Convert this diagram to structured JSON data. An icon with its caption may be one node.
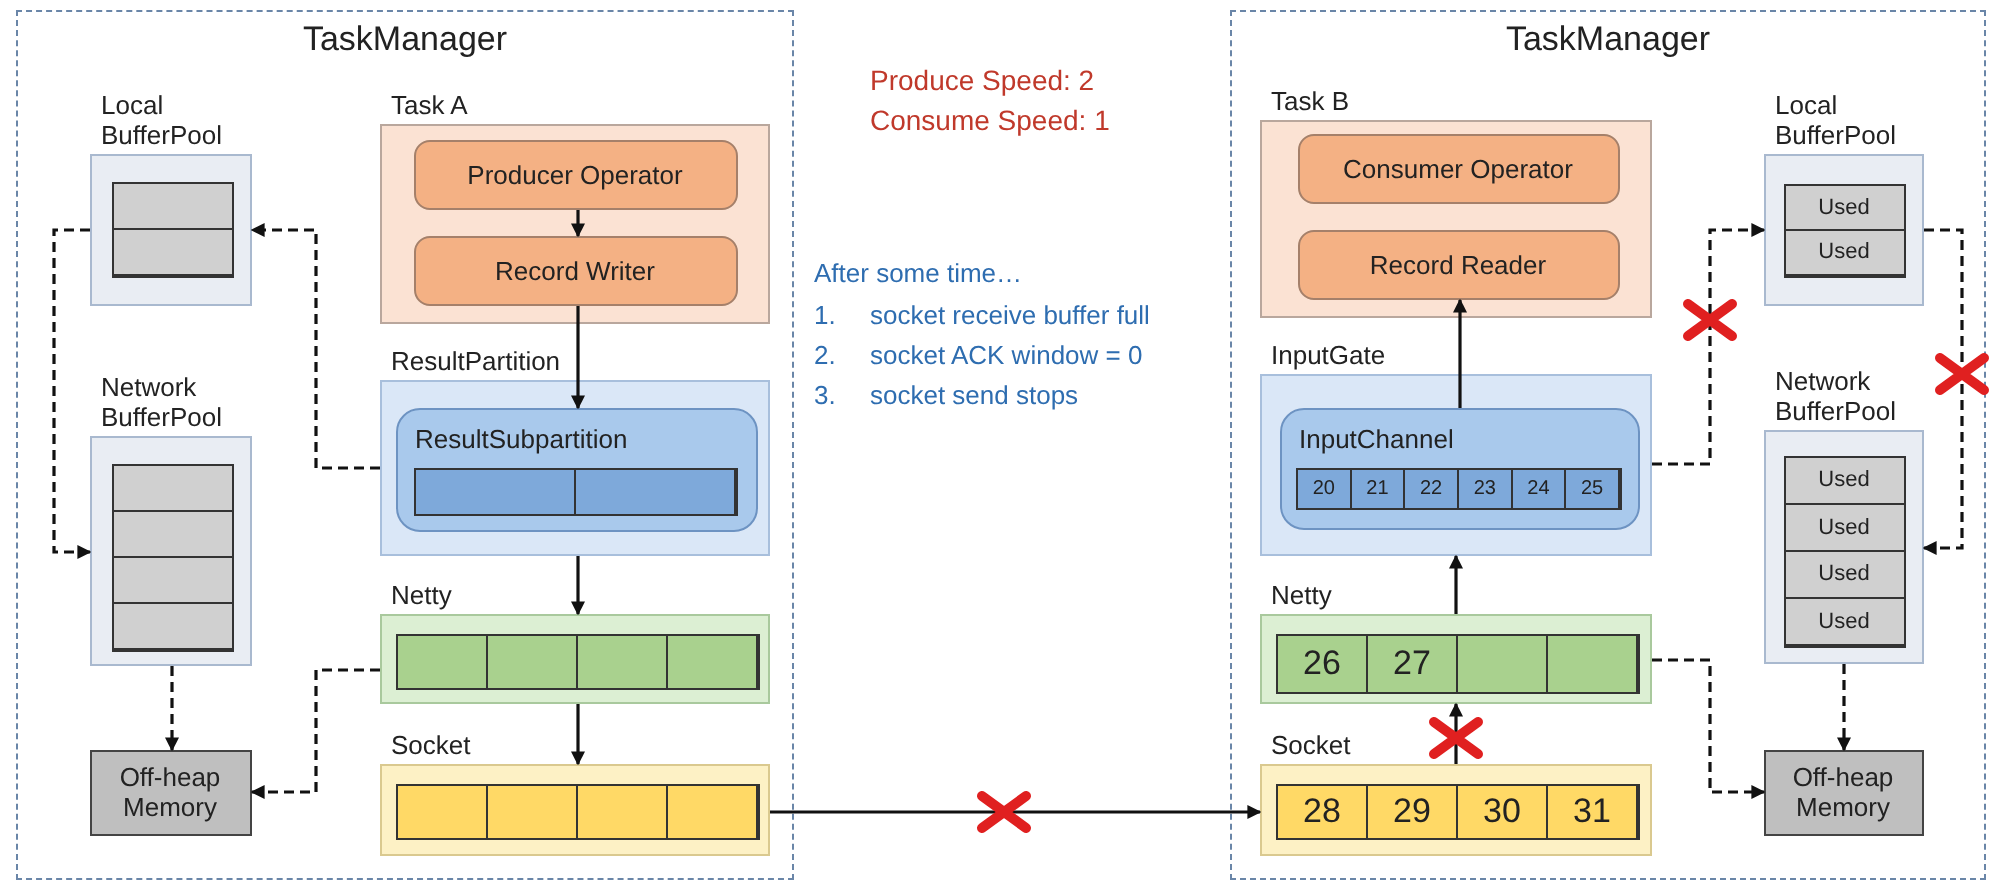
{
  "diagram": {
    "nodes": [
      {
        "text": [
          "TaskManager"
        ]
      },
      {
        "text": [
          "Local BufferPool"
        ],
        "in": 0
      },
      {
        "text": [
          "Network BufferPool"
        ],
        "in": 0
      },
      {
        "text": [
          "Off-heap Memory"
        ],
        "in": 0
      },
      {
        "text": [
          "Task A"
        ],
        "in": 0
      },
      {
        "text": [
          "Producer Operator"
        ],
        "in": 4
      },
      {
        "text": [
          "Record Writer"
        ],
        "in": 4
      },
      {
        "text": [
          "ResultPartition"
        ],
        "in": 0
      },
      {
        "text": [
          "ResultSubpartition"
        ],
        "in": 7
      },
      {
        "text": [
          "Netty"
        ],
        "in": 0
      },
      {
        "text": [
          "Socket"
        ],
        "in": 0
      },
      {
        "text": [
          "TaskManager"
        ]
      },
      {
        "text": [
          "Task B"
        ],
        "in": 11
      },
      {
        "text": [
          "Consumer Operator"
        ],
        "in": 12
      },
      {
        "text": [
          "Record Reader"
        ],
        "in": 12
      },
      {
        "text": [
          "InputGate"
        ],
        "in": 11
      },
      {
        "text": [
          "InputChannel",
          "20",
          "21",
          "22",
          "23",
          "24",
          "25"
        ],
        "in": 15
      },
      {
        "text": [
          "Netty",
          "26",
          "27"
        ],
        "in": 11
      },
      {
        "text": [
          "Socket",
          "28",
          "29",
          "30",
          "31"
        ],
        "in": 11
      },
      {
        "text": [
          "Local BufferPool",
          "Used",
          "Used"
        ],
        "in": 11
      },
      {
        "text": [
          "Network BufferPool",
          "Used",
          "Used",
          "Used",
          "Used"
        ],
        "in": 11
      },
      {
        "text": [
          "Off-heap Memory"
        ],
        "in": 11
      }
    ],
    "edges": [
      {
        "from": 5,
        "to": 6,
        "arrow": "to"
      },
      {
        "from": 6,
        "to": 8,
        "arrow": "to"
      },
      {
        "from": 7,
        "to": 9,
        "arrow": "to"
      },
      {
        "from": 9,
        "to": 10,
        "arrow": "to"
      },
      {
        "from": 7,
        "to": 1,
        "arrow": "to",
        "style": "dashed"
      },
      {
        "from": 1,
        "to": 2,
        "arrow": "to",
        "style": "dashed"
      },
      {
        "from": 2,
        "to": 3,
        "arrow": "to",
        "style": "dashed"
      },
      {
        "from": 9,
        "to": 3,
        "arrow": "to",
        "style": "dashed"
      },
      {
        "from": 10,
        "to": 18,
        "arrow": "to"
      },
      {
        "from": 18,
        "to": 17,
        "arrow": "to"
      },
      {
        "from": 17,
        "to": 15,
        "arrow": "to"
      },
      {
        "from": 16,
        "to": 14,
        "arrow": "to"
      },
      {
        "from": 15,
        "to": 19,
        "arrow": "to",
        "style": "dashed"
      },
      {
        "from": 19,
        "to": 20,
        "arrow": "to",
        "style": "dashed"
      },
      {
        "from": 20,
        "to": 21,
        "arrow": "to",
        "style": "dashed"
      },
      {
        "from": 17,
        "to": 21,
        "arrow": "to",
        "style": "dashed"
      }
    ],
    "labels": [
      "Produce Speed: 2",
      "Consume Speed: 1",
      "After some time…",
      "1.",
      "socket receive buffer full",
      "2.",
      "socket ACK window = 0",
      "3.",
      "socket send stops"
    ]
  }
}
